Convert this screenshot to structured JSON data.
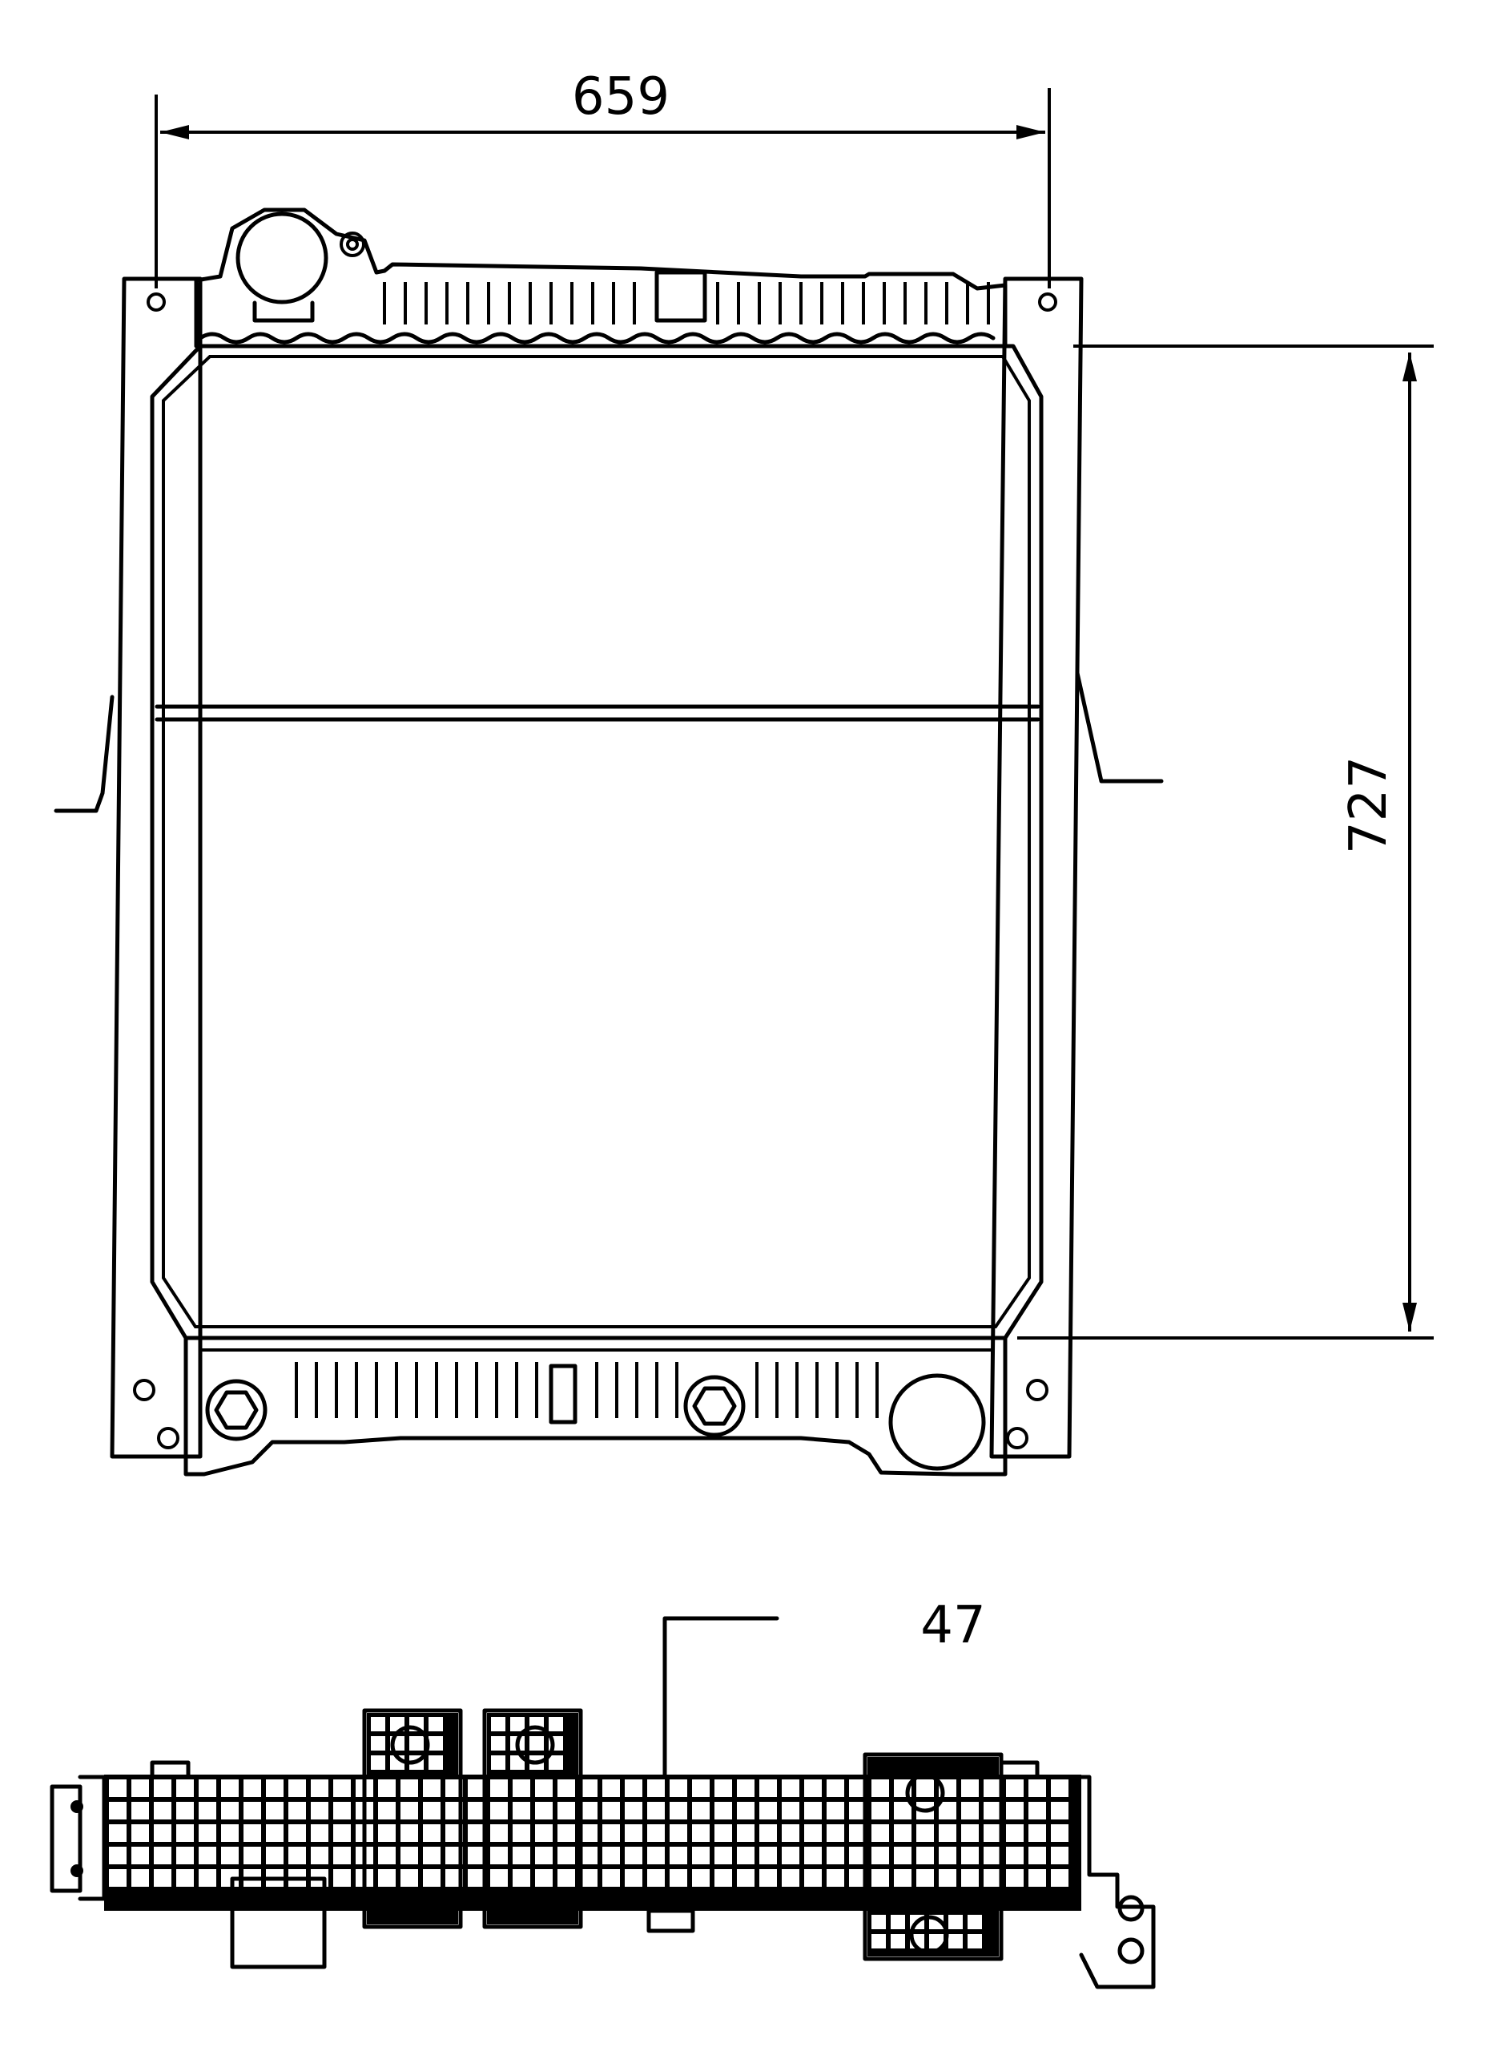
{
  "dimensions": {
    "width_label": "659",
    "height_label": "727",
    "depth_label": "47"
  },
  "colors": {
    "line": "#000000",
    "background": "#ffffff"
  }
}
